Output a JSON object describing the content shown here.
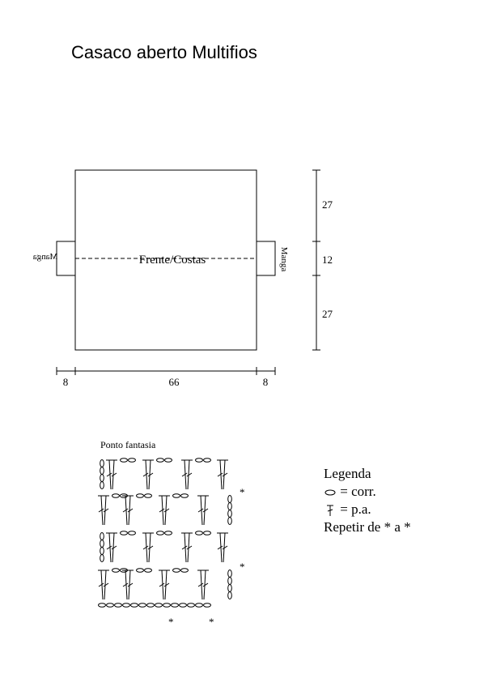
{
  "title": "Casaco aberto Multifios",
  "schematic": {
    "body_label": "Frente/Costas",
    "sleeve_left_label": "Manga",
    "sleeve_right_label": "Manga",
    "height_top": "27",
    "height_middle": "12",
    "height_bottom": "27",
    "width_left": "8",
    "width_center": "66",
    "width_right": "8"
  },
  "chart": {
    "title": "Ponto fantasia",
    "repeat_marker": "*"
  },
  "legend": {
    "heading": "Legenda",
    "chain_symbol_icon": "chain-oval-icon",
    "chain_text": "= corr.",
    "dc_symbol_icon": "double-crochet-icon",
    "dc_text": "= p.a.",
    "repeat_text": "Repetir de * a *"
  }
}
